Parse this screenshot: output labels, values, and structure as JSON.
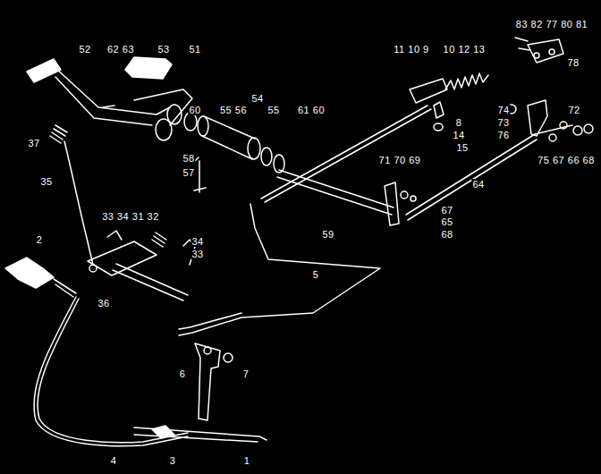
{
  "diagram": {
    "labels": [
      "52",
      "62 63",
      "53",
      "51",
      "11 10 9",
      "10 12 13",
      "83 82 77 80 81",
      "78",
      "54",
      "60",
      "55 56",
      "55",
      "61 60",
      "74",
      "72",
      "8",
      "73",
      "14",
      "76",
      "37",
      "15",
      "58",
      "71 70 69",
      "75 67 66 68",
      "57",
      "35",
      "64",
      "67",
      "33 34 31 32",
      "65",
      "59",
      "68",
      "2",
      "34",
      "33",
      "5",
      "36",
      "6",
      "7",
      "4",
      "3",
      "1"
    ]
  }
}
